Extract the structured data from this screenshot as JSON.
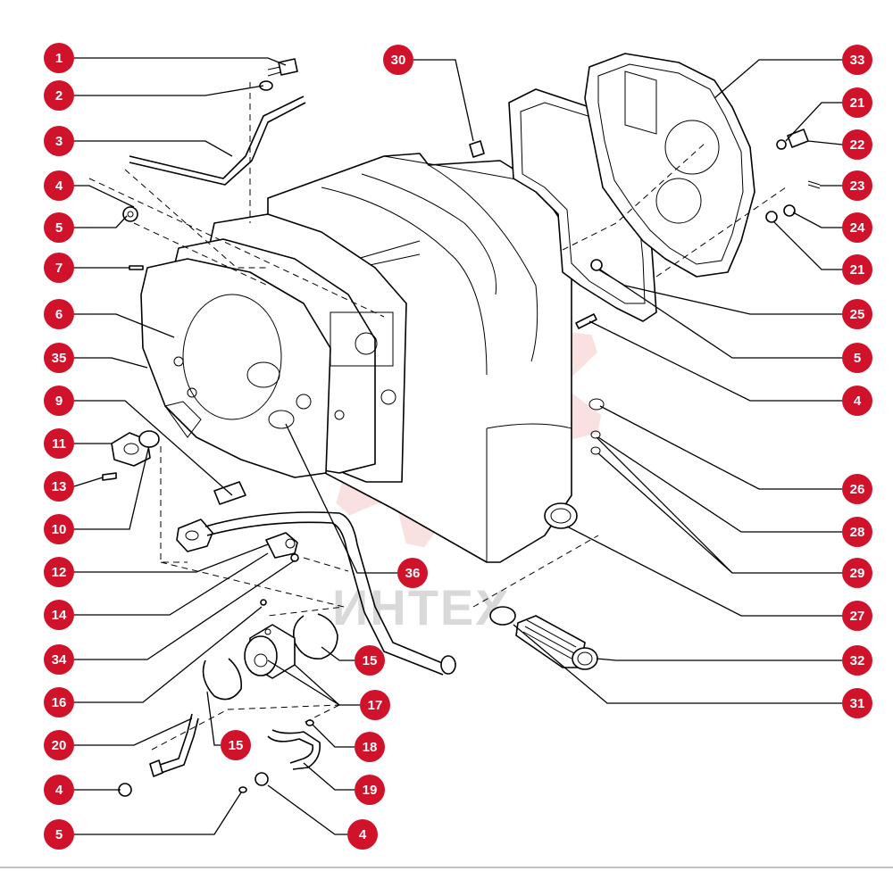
{
  "watermark": {
    "text": "ИНТЕХ",
    "color": "#f6c9c9"
  },
  "callout_color": "#d0122a",
  "callouts": [
    {
      "label": "1"
    },
    {
      "label": "2"
    },
    {
      "label": "3"
    },
    {
      "label": "4"
    },
    {
      "label": "5"
    },
    {
      "label": "7"
    },
    {
      "label": "6"
    },
    {
      "label": "35"
    },
    {
      "label": "9"
    },
    {
      "label": "11"
    },
    {
      "label": "13"
    },
    {
      "label": "10"
    },
    {
      "label": "12"
    },
    {
      "label": "14"
    },
    {
      "label": "34"
    },
    {
      "label": "16"
    },
    {
      "label": "20"
    },
    {
      "label": "4"
    },
    {
      "label": "5"
    },
    {
      "label": "30"
    },
    {
      "label": "36"
    },
    {
      "label": "15"
    },
    {
      "label": "17"
    },
    {
      "label": "15"
    },
    {
      "label": "18"
    },
    {
      "label": "19"
    },
    {
      "label": "4"
    },
    {
      "label": "33"
    },
    {
      "label": "21"
    },
    {
      "label": "22"
    },
    {
      "label": "23"
    },
    {
      "label": "24"
    },
    {
      "label": "21"
    },
    {
      "label": "25"
    },
    {
      "label": "5"
    },
    {
      "label": "4"
    },
    {
      "label": "26"
    },
    {
      "label": "28"
    },
    {
      "label": "29"
    },
    {
      "label": "27"
    },
    {
      "label": "32"
    },
    {
      "label": "31"
    }
  ]
}
